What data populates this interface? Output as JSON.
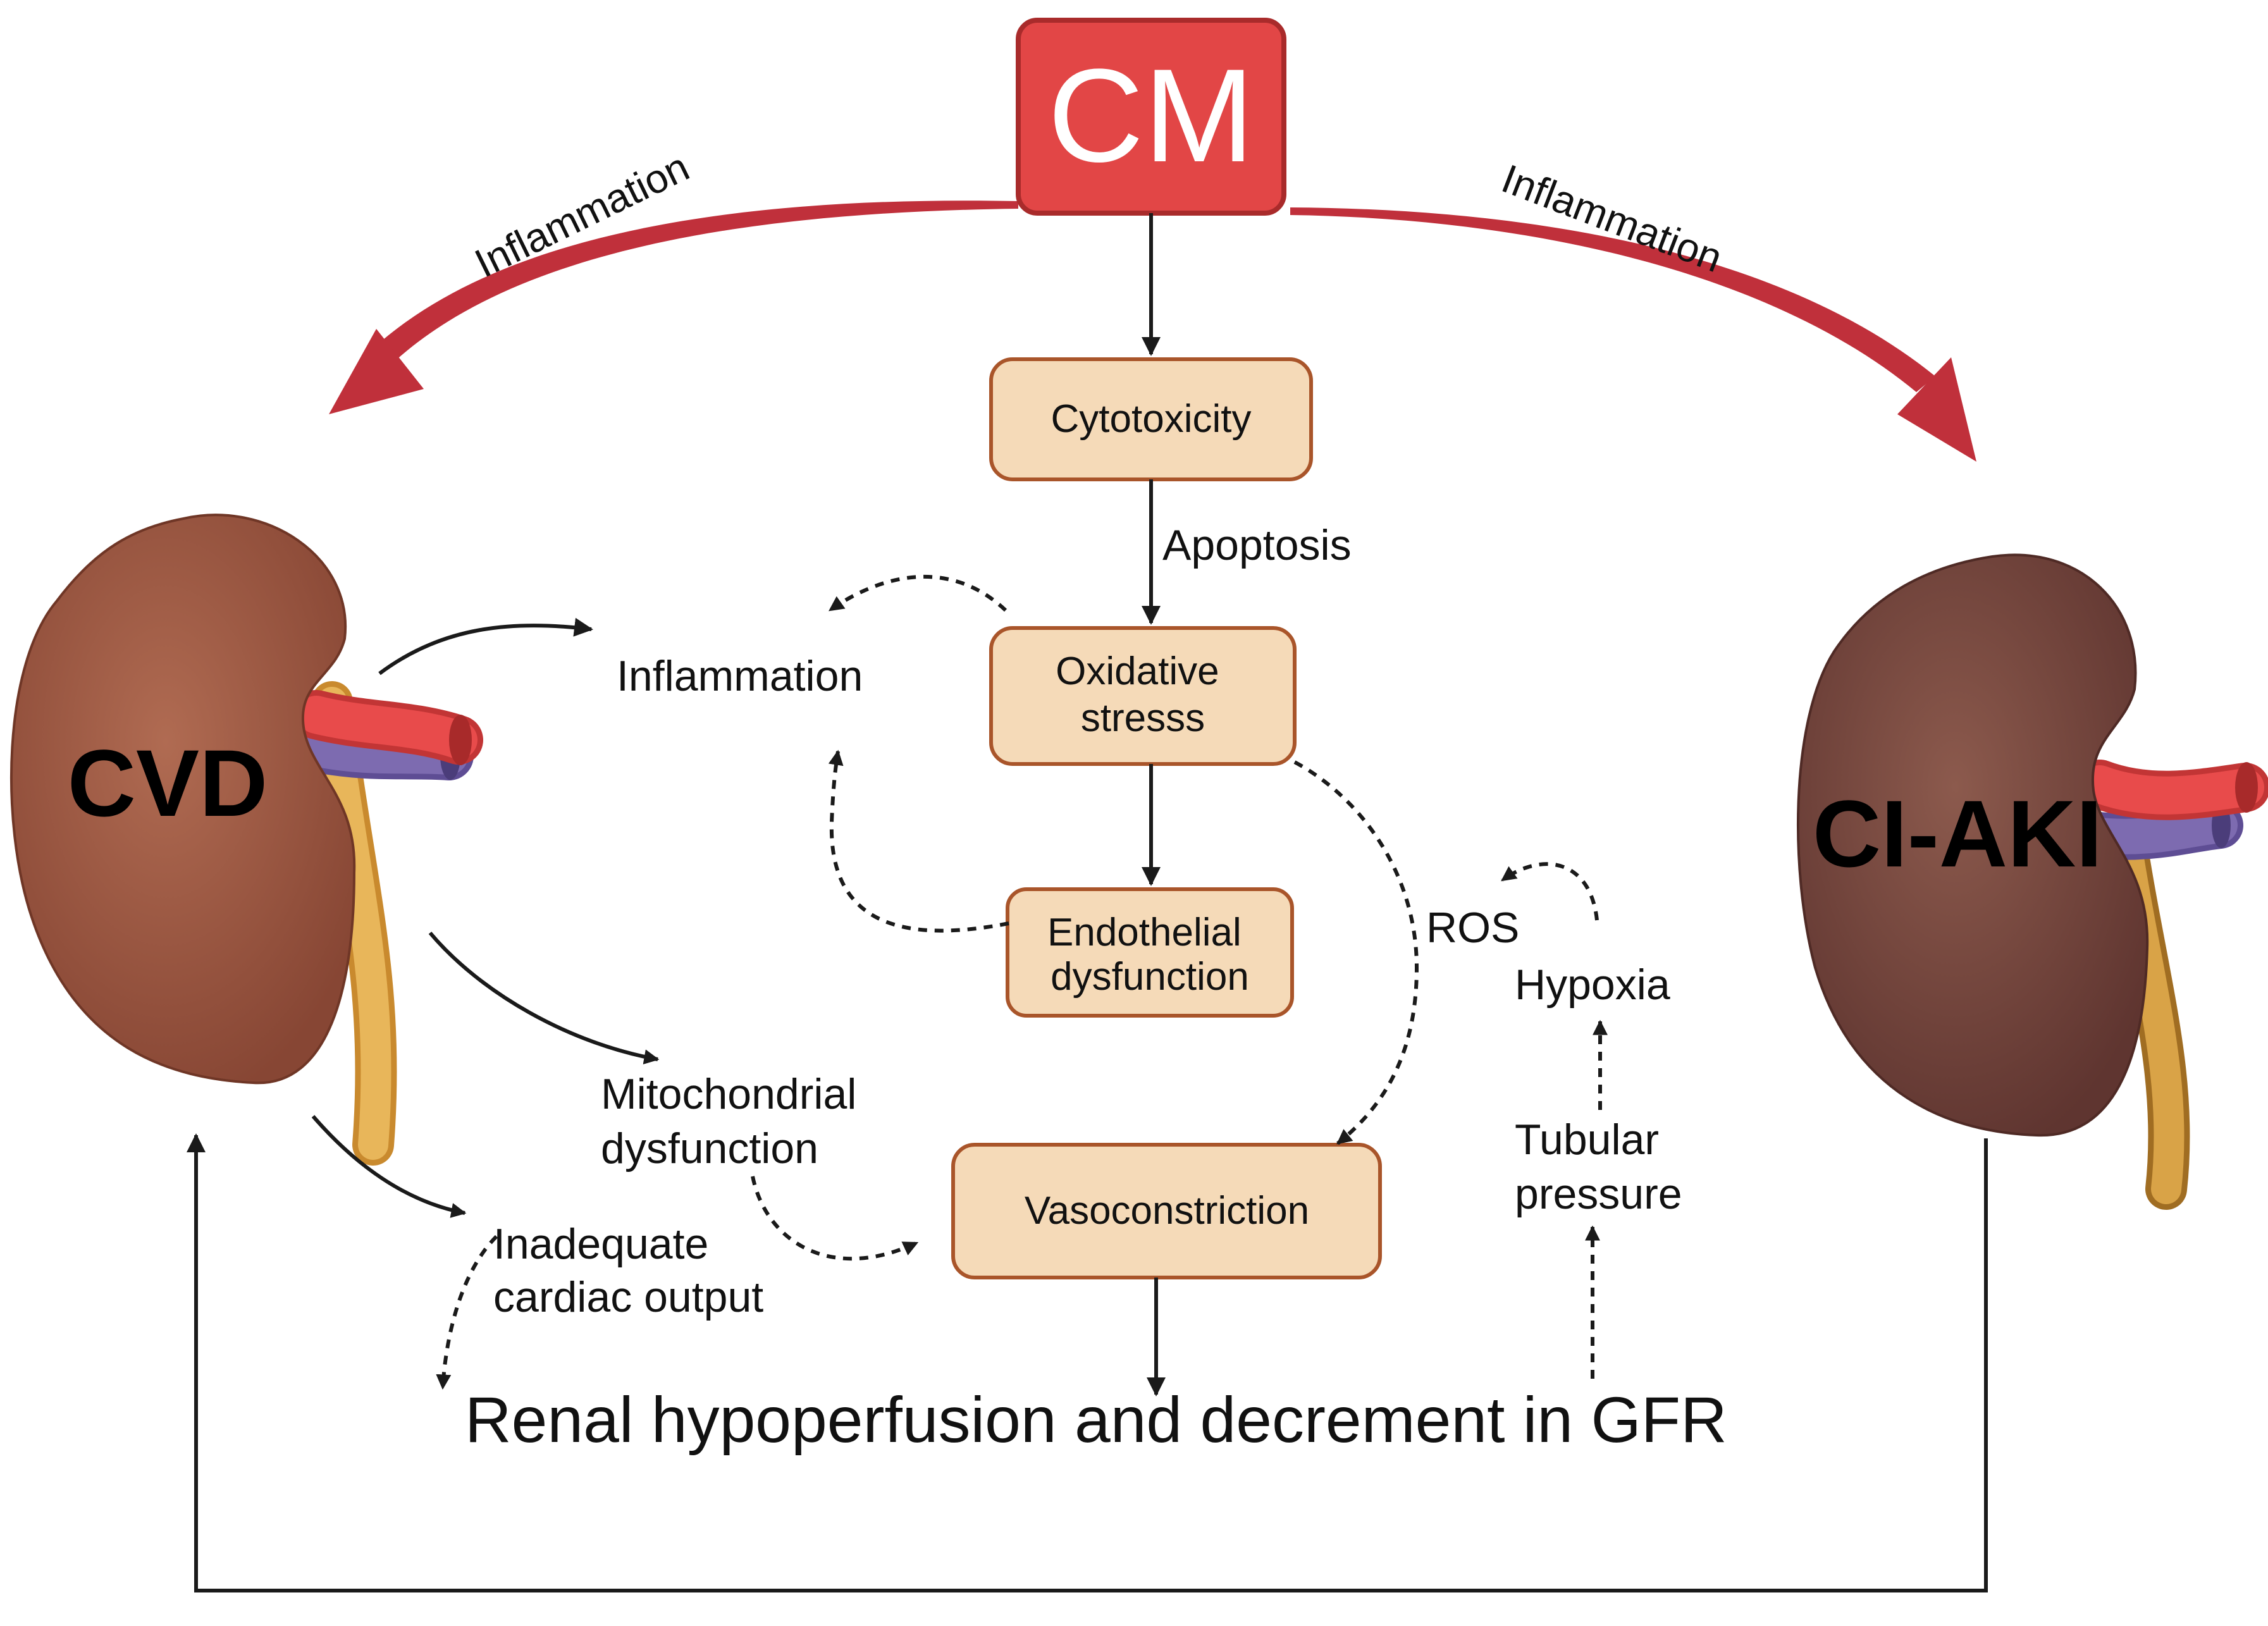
{
  "colors": {
    "cm_box": "#e24646",
    "inflammation_arrow": "#c0303b",
    "process_box_fill": "#f5dab8",
    "process_box_border": "#a9552a",
    "kidney_cvd": "#9e5c45",
    "kidney_ciaki": "#7a4a40",
    "artery": "#e84b4b",
    "vein": "#7d6bb0",
    "ureter": "#e8b65a"
  },
  "nodes": {
    "cm": "CM",
    "cytotoxicity": "Cytotoxicity",
    "oxidative_stress": [
      "Oxidative",
      "stresss"
    ],
    "endothelial_dysfunction": [
      "Endothelial",
      "dysfunction"
    ],
    "vasoconstriction": "Vasoconstriction",
    "cvd": "CVD",
    "ci_aki": "CI-AKI"
  },
  "labels": {
    "inflammation_left": "Inflammation",
    "inflammation_right": "Inflammation",
    "apoptosis": "Apoptosis",
    "inflammation_center": "Inflammation",
    "ros": "ROS",
    "hypoxia": "Hypoxia",
    "tubular_pressure": [
      "Tubular",
      "pressure"
    ],
    "mitochondrial_dysfunction": [
      "Mitochondrial",
      "dysfunction"
    ],
    "inadequate_cardiac_output": [
      "Inadequate",
      "cardiac output"
    ],
    "renal_hypoperfusion": "Renal hypoperfusion and decrement in GFR"
  },
  "icons": [
    "kidney-icon-cvd",
    "kidney-icon-ci-aki",
    "arrowhead-icon"
  ]
}
